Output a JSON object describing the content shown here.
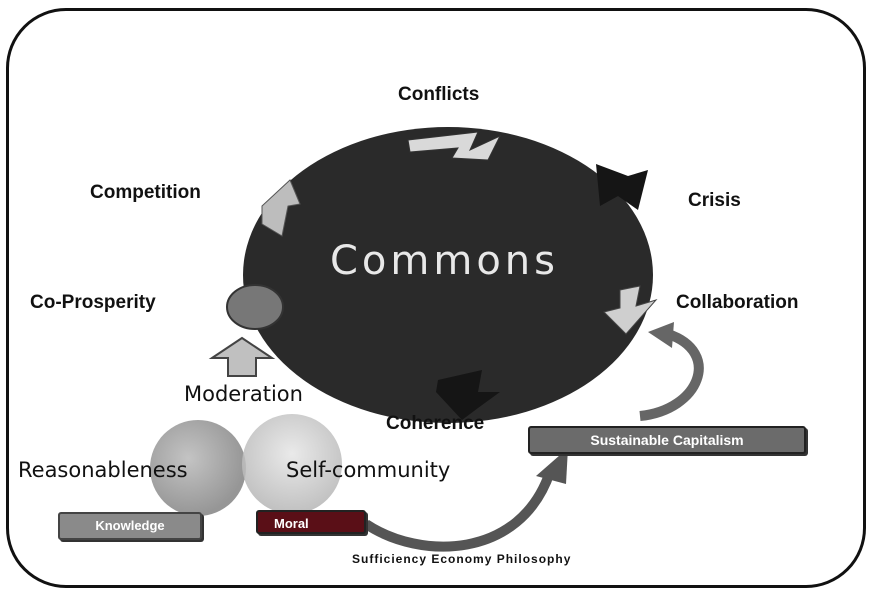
{
  "center": {
    "title": "Commons"
  },
  "cycle_labels": {
    "conflicts": "Conflicts",
    "crisis": "Crisis",
    "collaboration": "Collaboration",
    "coherence": "Coherence",
    "co_prosperity": "Co-Prosperity",
    "competition": "Competition"
  },
  "moderation": "Moderation",
  "venn": {
    "left": "Reasonableness",
    "right": "Self-community"
  },
  "tags": {
    "knowledge": "Knowledge",
    "moral": "Moral",
    "capitalism": "Sustainable Capitalism"
  },
  "footer": "Sufficiency  Economy Philosophy",
  "colors": {
    "ellipse": "#2a2a2a",
    "arrow_light": "#cfcfcf",
    "arrow_dark": "#1a1a1a",
    "venn_left": "#9a9a9a",
    "venn_right": "#cccccc",
    "moral_tag": "#5a0f17"
  }
}
